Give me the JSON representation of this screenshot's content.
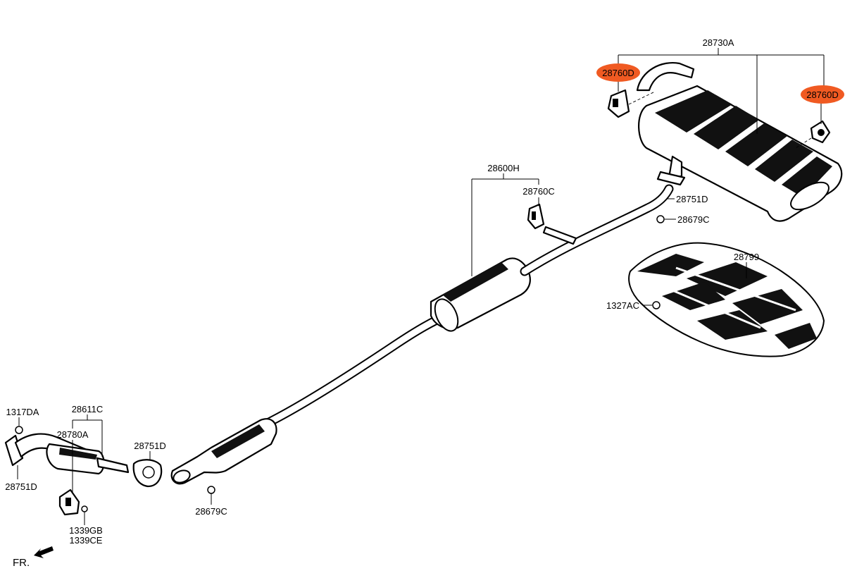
{
  "diagram": {
    "labels": {
      "p28730A": "28730A",
      "p28760D_left": "28760D",
      "p28760D_right": "28760D",
      "p28600H": "28600H",
      "p28760C": "28760C",
      "p28751D_rear": "28751D",
      "p28679C_rear": "28679C",
      "p28799": "28799",
      "p1327AC": "1327AC",
      "p1317DA": "1317DA",
      "p28611C": "28611C",
      "p28780A": "28780A",
      "p28751D_mid": "28751D",
      "p28751D_front": "28751D",
      "p28679C_front": "28679C",
      "p1339GB": "1339GB",
      "p1339CE": "1339CE",
      "direction": "FR."
    },
    "colors": {
      "highlight": "#f05a22",
      "line": "#000000",
      "background": "#ffffff"
    },
    "icons": {
      "direction_arrow": "arrow-front-left-icon"
    }
  }
}
